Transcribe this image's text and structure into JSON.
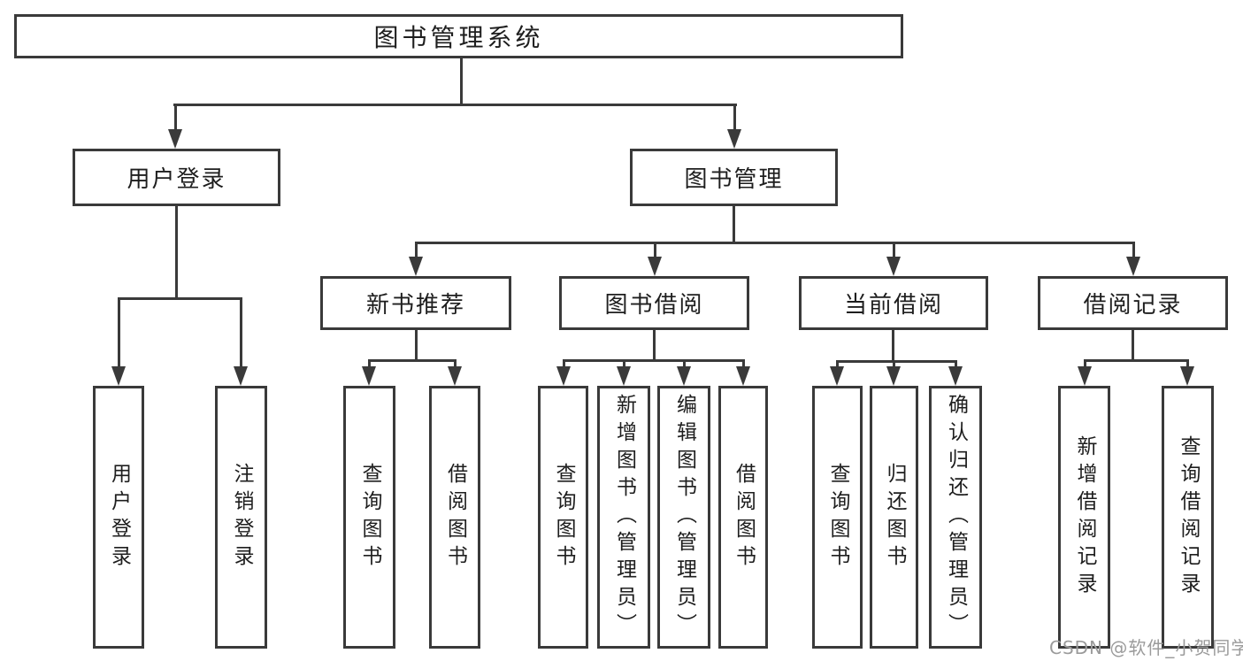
{
  "colors": {
    "line": "#3a3a3a",
    "text": "#1e1e1e",
    "background": "#ffffff",
    "watermark": "#9b9b9b"
  },
  "tree": {
    "root": {
      "label": "图书管理系统"
    },
    "level2": [
      {
        "label": "用户登录",
        "children": [
          "用户登录",
          "注销登录"
        ]
      },
      {
        "label": "图书管理"
      }
    ],
    "level3": [
      {
        "label": "新书推荐",
        "children": [
          "查询图书",
          "借阅图书"
        ]
      },
      {
        "label": "图书借阅",
        "children": [
          "查询图书",
          "新增图书（管理员）",
          "编辑图书（管理员）",
          "借阅图书"
        ]
      },
      {
        "label": "当前借阅",
        "children": [
          "查询图书",
          "归还图书",
          "确认归还（管理员）"
        ]
      },
      {
        "label": "借阅记录",
        "children": [
          "新增借阅记录",
          "查询借阅记录"
        ]
      }
    ]
  },
  "watermark": {
    "text": "CSDN @软件_小贺同学"
  }
}
